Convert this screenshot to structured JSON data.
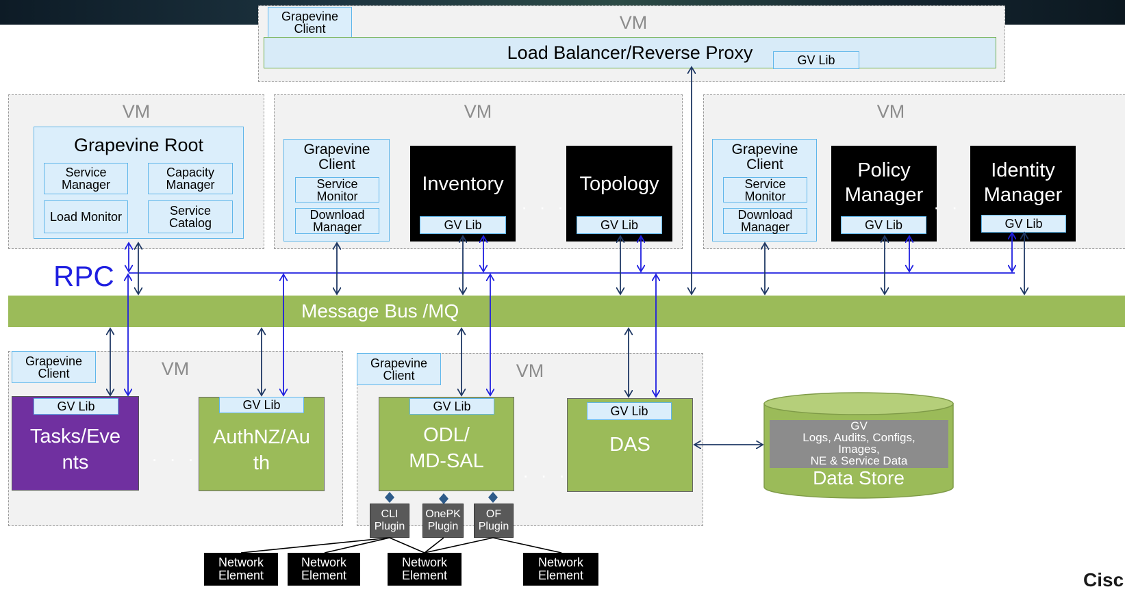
{
  "vm_label": "VM",
  "top_vm": {
    "client": "Grapevine\nClient",
    "load_balancer": "Load Balancer/Reverse Proxy",
    "gv_lib": "GV Lib"
  },
  "root_vm": {
    "title": "Grapevine Root",
    "service_manager": "Service Manager",
    "capacity_manager": "Capacity Manager",
    "load_monitor": "Load Monitor",
    "service_catalog": "Service Catalog"
  },
  "mid_vm": {
    "client": "Grapevine Client",
    "service_monitor": "Service Monitor",
    "download_manager": "Download Manager",
    "inventory": "Inventory",
    "topology": "Topology",
    "gv_lib": "GV Lib",
    "dots": ". . ."
  },
  "right_vm": {
    "client": "Grapevine Client",
    "service_monitor": "Service Monitor",
    "download_manager": "Download Manager",
    "policy_manager": "Policy Manager",
    "identity_manager": "Identity Manager",
    "gv_lib": "GV Lib",
    "dots": ". . ."
  },
  "rpc_label": "RPC",
  "message_bus": "Message Bus /MQ",
  "bottom_left_vm": {
    "client": "Grapevine Client",
    "tasks": "Tasks/Eve\nnts",
    "auth": "AuthNZ/Au\nth",
    "gv_lib": "GV Lib",
    "dots": ". . ."
  },
  "bottom_mid_vm": {
    "client": "Grapevine Client",
    "odl": "ODL/\nMD-SAL",
    "das": "DAS",
    "gv_lib": "GV Lib",
    "dots": ". . .",
    "cli_plugin": "CLI Plugin",
    "onepk_plugin": "OnePK Plugin",
    "of_plugin": "OF Plugin"
  },
  "data_store": {
    "inner_text": "GV\nLogs, Audits, Configs,\nImages,\nNE & Service Data",
    "label": "Data Store"
  },
  "network_element": "Network Element",
  "cisco_fragment": "Cisc",
  "colors": {
    "bus_green": "#9bbb59",
    "rpc_blue": "#1f1fe0",
    "arrow_navy": "#1f3864",
    "purple": "#7030a0",
    "light_blue": "#dbeefb"
  }
}
